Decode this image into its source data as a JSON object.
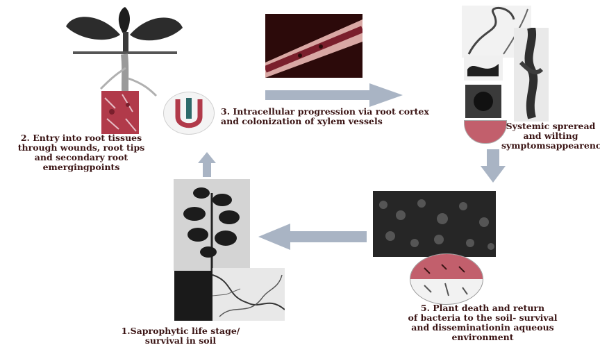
{
  "stages": {
    "entry": "2. Entry into root tissues\nthrough wounds, root tips\nand secondary root\nemergingpoints",
    "progression": "3. Intracellular progression via root cortex\nand colonization of xylem vessels",
    "systemic": "Systemic spreread\nand wilting\nsymptomsappearence",
    "death": "5. Plant death and return\nof bacteria to the soil- survival\nand disseminationin aqueous\nenvironment",
    "saprophytic": "1.Saprophytic life stage/\nsurvival in soil"
  },
  "colors": {
    "arrow": "#a9b4c4",
    "text": "#3a1414",
    "tissue": "#b13a4a"
  }
}
